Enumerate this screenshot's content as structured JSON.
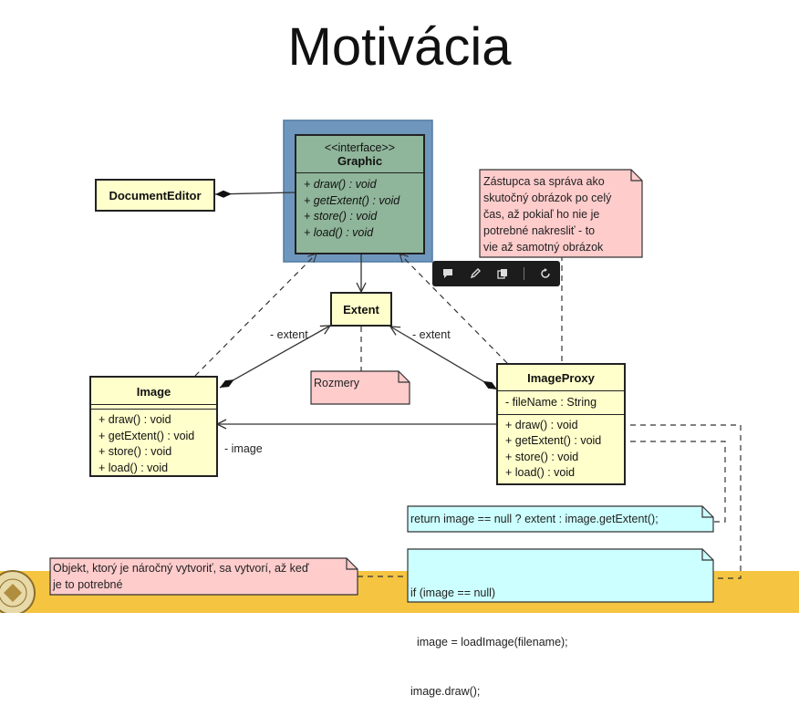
{
  "title": "Motivácia",
  "classes": {
    "graphic": {
      "stereotype": "<<interface>>",
      "name": "Graphic",
      "operations": [
        "+ draw() : void",
        "+ getExtent() : void",
        "+ store() : void",
        "+ load() : void"
      ]
    },
    "document_editor": {
      "name": "DocumentEditor"
    },
    "extent": {
      "name": "Extent"
    },
    "image": {
      "name": "Image",
      "operations": [
        "+ draw() : void",
        "+ getExtent() : void",
        "+ store() : void",
        "+ load() : void"
      ]
    },
    "image_proxy": {
      "name": "ImageProxy",
      "attributes": [
        "- fileName : String"
      ],
      "operations": [
        "+ draw() : void",
        "+ getExtent() : void",
        "+ store() : void",
        "+ load() : void"
      ]
    }
  },
  "labels": {
    "extent_left": "- extent",
    "extent_right": "- extent",
    "image_assoc": "- image"
  },
  "notes": {
    "proxy_note": [
      "Zástupca sa správa ako",
      "skutočný obrázok po celý",
      "čas, až pokiaľ ho nie je",
      "potrebné nakresliť - to",
      "vie až samotný obrázok"
    ],
    "rozmery": [
      "Rozmery"
    ],
    "get_extent_code": [
      "return image == null ? extent : image.getExtent();"
    ],
    "draw_code": [
      "if (image == null)",
      "  image = loadImage(filename);",
      "image.draw();"
    ],
    "lazy_note": [
      "Objekt, ktorý je náročný vytvoriť, sa vytvorí, až keď",
      "je to potrebné"
    ]
  },
  "colors": {
    "class_fill": "#ffffcc",
    "interface_fill": "#8fb59a",
    "selection": "#6f97bd",
    "pink_note": "#ffcccc",
    "cyan_note": "#ccffff",
    "footer": "#f5c542"
  },
  "toolbar_icons": [
    "comment-icon",
    "pen-icon",
    "copy-icon",
    "refresh-icon"
  ]
}
